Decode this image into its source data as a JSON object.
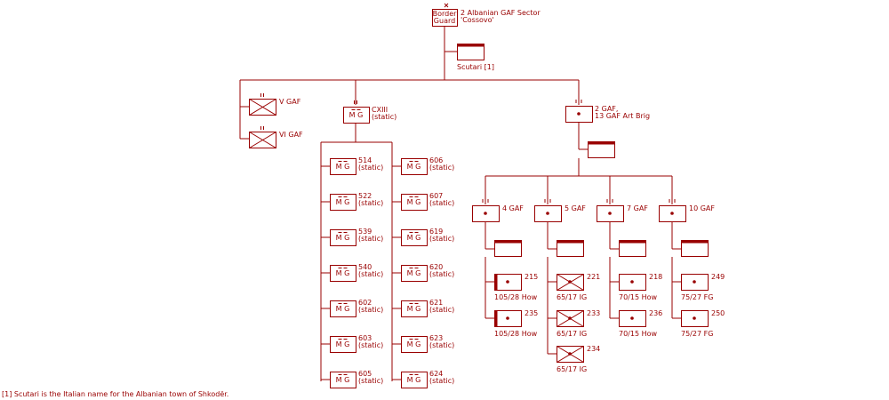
{
  "colors": {
    "line": "#990000",
    "fill": "#ffffff"
  },
  "top": {
    "symbol_text": [
      "Border",
      "Guard"
    ],
    "label": [
      "2 Albanian GAF Sector",
      "'Cossovo'"
    ]
  },
  "hq": {
    "label": "Scutari [1]"
  },
  "divisions": {
    "v": {
      "label": "V GAF",
      "icon": "infantry-x-icon"
    },
    "vi": {
      "label": "VI GAF",
      "icon": "infantry-x-icon"
    },
    "cxiii": {
      "symbol_text": "M G",
      "label": [
        "CXIII",
        "(static)"
      ]
    },
    "art_brig": {
      "label": [
        "2 GAF,",
        "13 GAF Art Brig"
      ],
      "icon": "artillery-dot-icon"
    }
  },
  "mg_left": [
    {
      "num": "514",
      "note": "(static)"
    },
    {
      "num": "522",
      "note": "(static)"
    },
    {
      "num": "539",
      "note": "(static)"
    },
    {
      "num": "540",
      "note": "(static)"
    },
    {
      "num": "602",
      "note": "(static)"
    },
    {
      "num": "603",
      "note": "(static)"
    },
    {
      "num": "605",
      "note": "(static)"
    }
  ],
  "mg_right": [
    {
      "num": "606",
      "note": "(static)"
    },
    {
      "num": "607",
      "note": "(static)"
    },
    {
      "num": "619",
      "note": "(static)"
    },
    {
      "num": "620",
      "note": "(static)"
    },
    {
      "num": "621",
      "note": "(static)"
    },
    {
      "num": "623",
      "note": "(static)"
    },
    {
      "num": "624",
      "note": "(static)"
    }
  ],
  "mg_symbol_text": "M G",
  "art_regiments": [
    {
      "label": "4 GAF",
      "batteries": [
        {
          "num": "215",
          "sub": "105/28 How",
          "kind": "howitzer"
        },
        {
          "num": "235",
          "sub": "105/28 How",
          "kind": "howitzer"
        }
      ]
    },
    {
      "label": "5 GAF",
      "batteries": [
        {
          "num": "221",
          "sub": "65/17 IG",
          "kind": "infantry-gun"
        },
        {
          "num": "233",
          "sub": "65/17 IG",
          "kind": "infantry-gun"
        },
        {
          "num": "234",
          "sub": "65/17 IG",
          "kind": "infantry-gun"
        }
      ]
    },
    {
      "label": "7 GAF",
      "batteries": [
        {
          "num": "218",
          "sub": "70/15 How",
          "kind": "artillery"
        },
        {
          "num": "236",
          "sub": "70/15 How",
          "kind": "artillery"
        }
      ]
    },
    {
      "label": "10 GAF",
      "batteries": [
        {
          "num": "249",
          "sub": "75/27 FG",
          "kind": "artillery"
        },
        {
          "num": "250",
          "sub": "75/27 FG",
          "kind": "artillery"
        }
      ]
    }
  ],
  "footnote": "[1] Scutari is the Italian name for the Albanian town of Shkodër."
}
